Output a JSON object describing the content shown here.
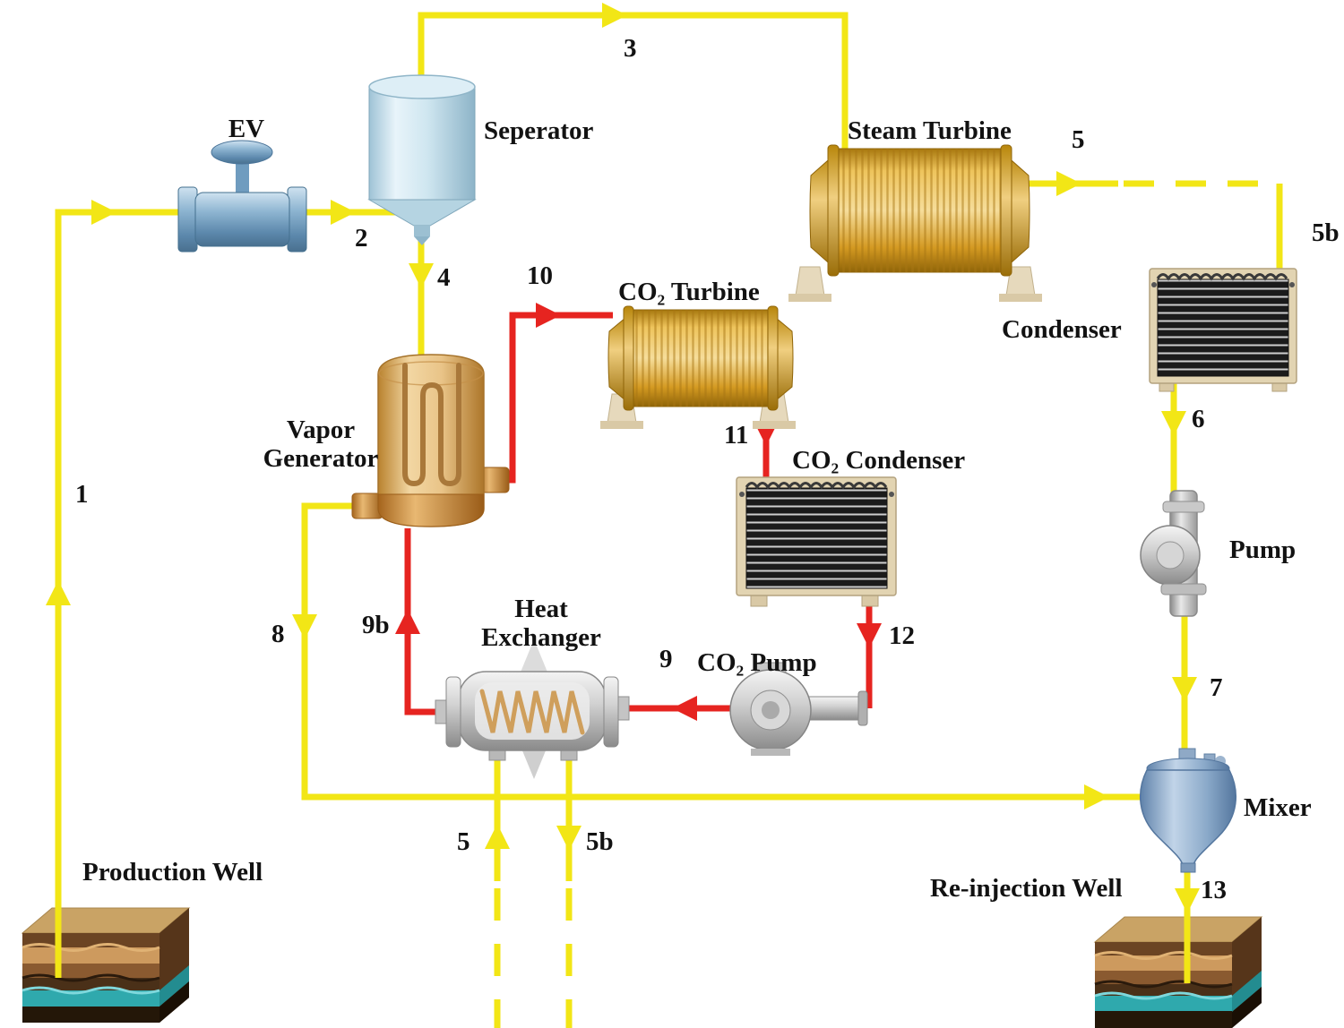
{
  "title": "Geothermal power plant with CO2 cycle process flow diagram",
  "colors": {
    "water_line": "#f2e616",
    "co2_line": "#e62420"
  },
  "labels": {
    "ev": "EV",
    "separator": "Seperator",
    "steam_turbine": "Steam Turbine",
    "co2_turbine": "CO₂ Turbine",
    "condenser": "Condenser",
    "vapor_generator": "Vapor Generator",
    "co2_condenser": "CO₂ Condenser",
    "heat_exchanger": "Heat Exchanger",
    "co2_pump": "CO₂ Pump",
    "pump": "Pump",
    "mixer": "Mixer",
    "production_well": "Production Well",
    "reinjection_well": "Re-injection Well"
  },
  "streams": {
    "s1": "1",
    "s2": "2",
    "s3": "3",
    "s4": "4",
    "s5_top": "5",
    "s5b_top": "5b",
    "s6": "6",
    "s7": "7",
    "s8": "8",
    "s9": "9",
    "s9b": "9b",
    "s10": "10",
    "s11": "11",
    "s12": "12",
    "s13": "13",
    "s5_bottom": "5",
    "s5b_bottom": "5b"
  }
}
